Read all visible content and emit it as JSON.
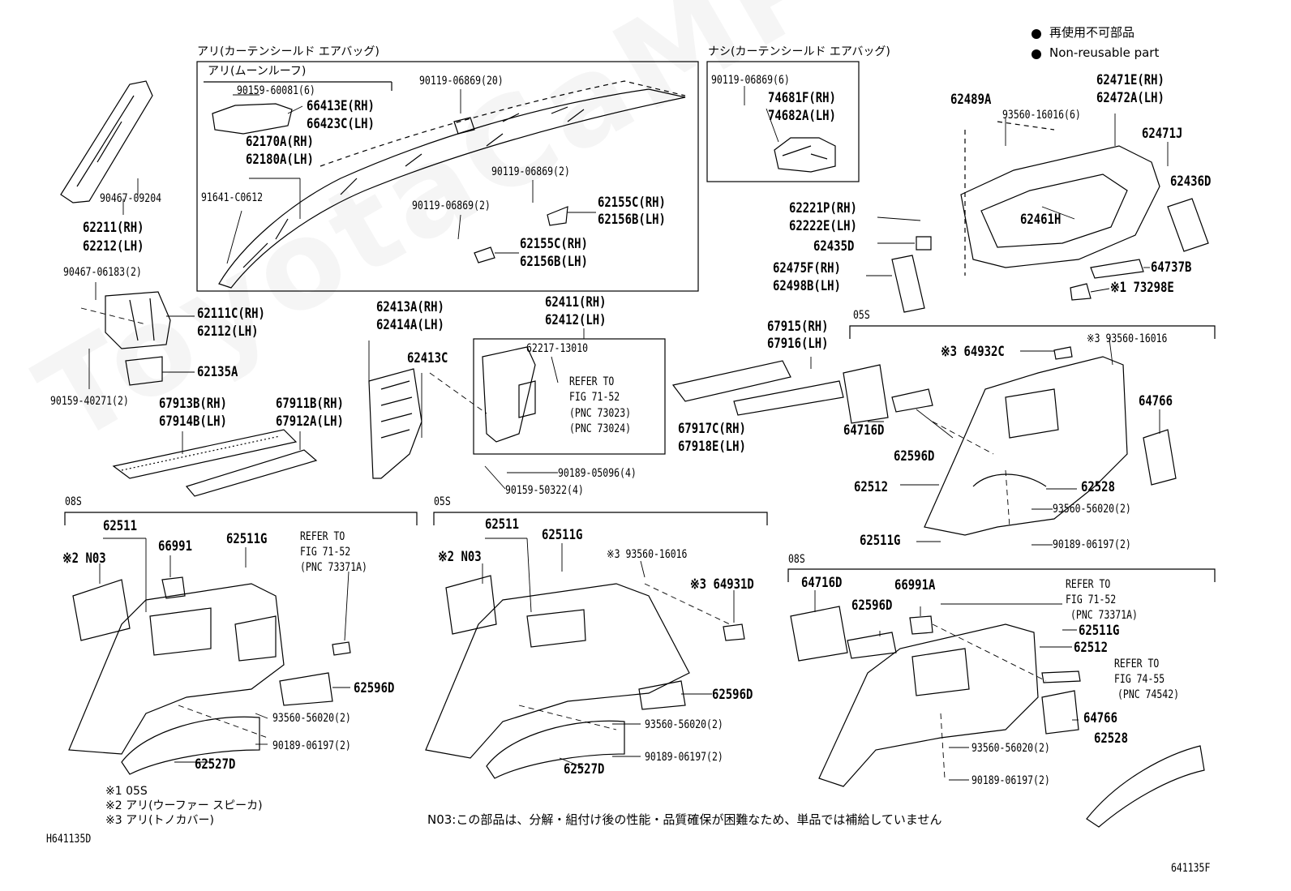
{
  "watermark": "ToyotaCaMParts",
  "legend": {
    "jp": "再使用不可部品",
    "en": "Non-reusable part"
  },
  "groups": {
    "airbag_with": "アリ(カーテンシールド エアバッグ)",
    "moonroof": "アリ(ムーンルーフ)",
    "airbag_without": "ナシ(カーテンシールド エアバッグ)",
    "s05_right": "05S",
    "s08_left": "08S",
    "s05_mid": "05S",
    "s08_right": "08S"
  },
  "notes": {
    "n1": "※1 05S",
    "n2": "※2 アリ(ウーファー スピーカ)",
    "n3": "※3 アリ(トノカバー)",
    "n03": "N03:この部品は、分解・組付け後の性能・品質確保が困難なため、単品では補給していません",
    "code_left": "H641135D",
    "code_right": "641135F"
  },
  "labels": {
    "a1": "90159-60081(6)",
    "a2": "66413E(RH)",
    "a3": "66423C(LH)",
    "a4": "62170A(RH)",
    "a5": "62180A(LH)",
    "a6": "91641-C0612",
    "a7": "90119-06869(20)",
    "a8": "90119-06869(2)",
    "a9": "90119-06869(2)",
    "a10": "62155C(RH)",
    "a11": "62156B(LH)",
    "a12": "62155C(RH)",
    "a13": "62156B(LH)",
    "b1": "90119-06869(6)",
    "b2": "74681F(RH)",
    "b3": "74682A(LH)",
    "c1": "90467-09204",
    "c2": "62211(RH)",
    "c3": "62212(LH)",
    "c4": "90467-06183(2)",
    "c5": "62111C(RH)",
    "c6": "62112(LH)",
    "c7": "62135A",
    "c8": "90159-40271(2)",
    "c9": "67913B(RH)",
    "c10": "67914B(LH)",
    "c11": "67911B(RH)",
    "c12": "67912A(LH)",
    "d1": "62413A(RH)",
    "d2": "62414A(LH)",
    "d3": "62413C",
    "d4": "62411(RH)",
    "d5": "62412(LH)",
    "d6": "62217-13010",
    "d7": "REFER TO",
    "d8": "FIG 71-52",
    "d9": "(PNC 73023)",
    "d10": "(PNC 73024)",
    "d11": "90189-05096(4)",
    "d12": "90159-50322(4)",
    "e1": "67915(RH)",
    "e2": "67916(LH)",
    "e3": "67917C(RH)",
    "e4": "67918E(LH)",
    "f1": "62489A",
    "f2": "93560-16016(6)",
    "f3": "62471E(RH)",
    "f4": "62472A(LH)",
    "f5": "62471J",
    "f6": "62436D",
    "f7": "62461H",
    "f8": "62221P(RH)",
    "f9": "62222E(LH)",
    "f10": "62435D",
    "f11": "62475F(RH)",
    "f12": "62498B(LH)",
    "f13": "64737B",
    "f14": "※1 73298E",
    "g1": "※3 64932C",
    "g2": "※3 93560-16016",
    "g3": "64716D",
    "g4": "62596D",
    "g5": "64766",
    "g6": "62512",
    "g7": "62528",
    "g8": "93560-56020(2)",
    "g9": "62511G",
    "g10": "90189-06197(2)",
    "h1": "62511",
    "h2": "※2 N03",
    "h3": "66991",
    "h4": "62511G",
    "h5": "REFER TO",
    "h6": "FIG 71-52",
    "h7": "(PNC 73371A)",
    "h8": "62596D",
    "h9": "93560-56020(2)",
    "h10": "90189-06197(2)",
    "h11": "62527D",
    "i1": "62511",
    "i2": "※2 N03",
    "i3": "62511G",
    "i4": "※3 93560-16016",
    "i5": "※3 64931D",
    "i6": "62596D",
    "i7": "93560-56020(2)",
    "i8": "90189-06197(2)",
    "i9": "62527D",
    "j1": "64716D",
    "j2": "66991A",
    "j3": "62596D",
    "j4": "REFER TO",
    "j5": "FIG 71-52",
    "j6": "(PNC 73371A)",
    "j7": "62511G",
    "j8": "62512",
    "j9": "REFER TO",
    "j10": "FIG 74-55",
    "j11": "(PNC 74542)",
    "j12": "64766",
    "j13": "62528",
    "j14": "93560-56020(2)",
    "j15": "90189-06197(2)"
  }
}
